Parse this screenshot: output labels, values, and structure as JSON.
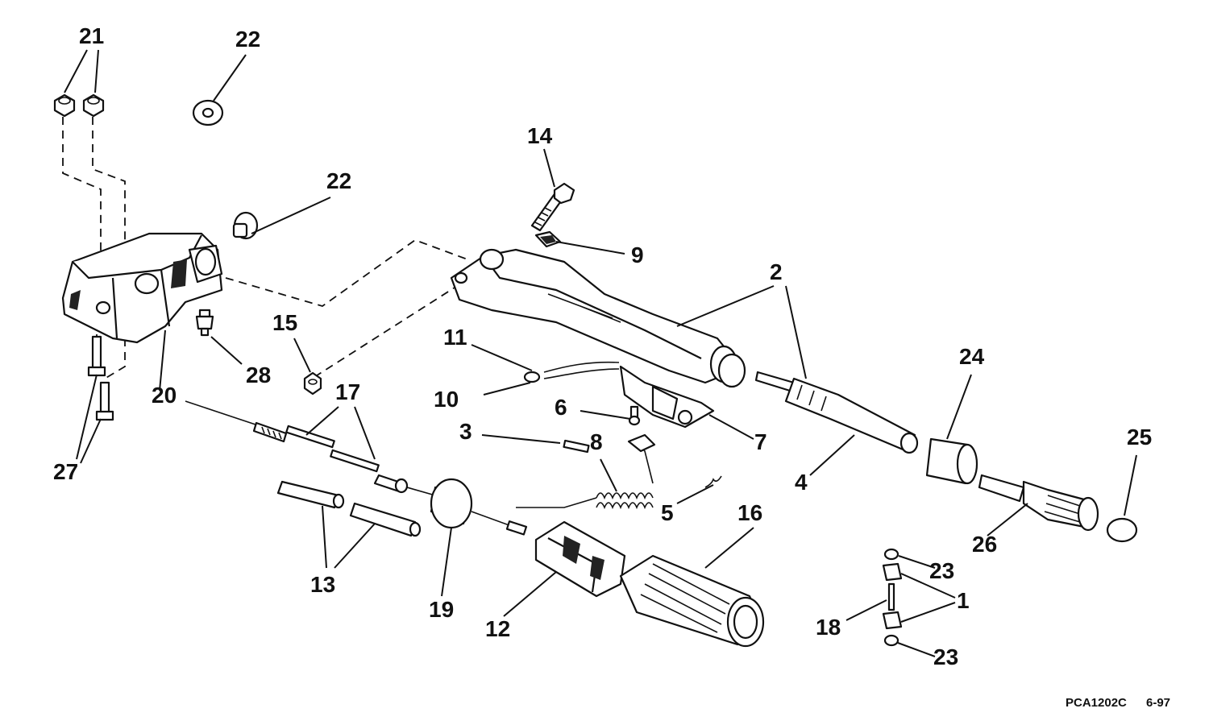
{
  "callouts": [
    "21",
    "22",
    "22",
    "14",
    "9",
    "2",
    "15",
    "11",
    "10",
    "6",
    "3",
    "28",
    "20",
    "17",
    "24",
    "25",
    "7",
    "27",
    "8",
    "4",
    "5",
    "16",
    "26",
    "13",
    "23",
    "1",
    "19",
    "12",
    "18",
    "23"
  ],
  "footer": {
    "code": "PCA1202C",
    "date": "6-97"
  }
}
